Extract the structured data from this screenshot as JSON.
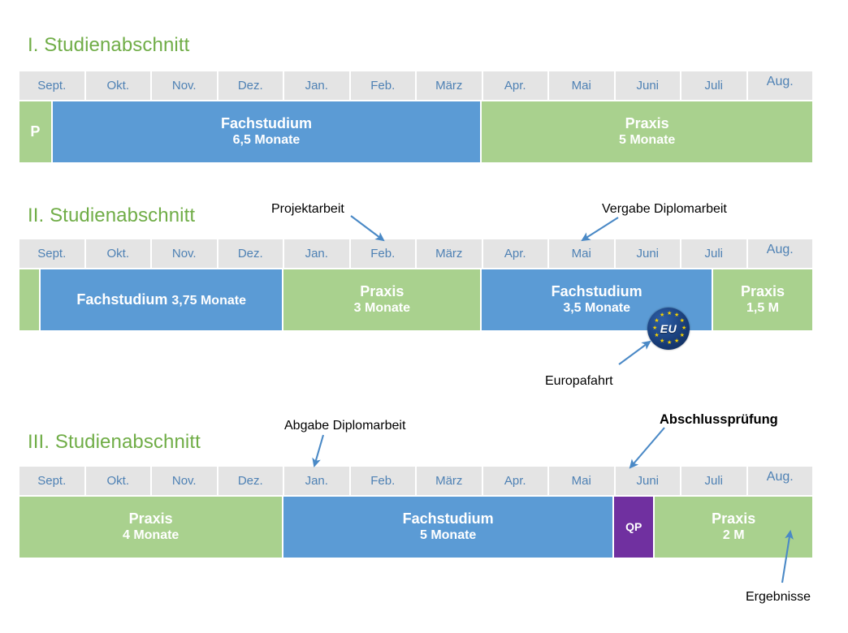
{
  "colors": {
    "title_green": "#70AD47",
    "bar_blue": "#5B9BD5",
    "bar_green": "#A9D18E",
    "bar_purple": "#7030A0",
    "month_header_bg": "#E4E4E4",
    "month_header_text": "#4E81B4",
    "arrow": "#4A89C6"
  },
  "months": [
    "Sept.",
    "Okt.",
    "Nov.",
    "Dez.",
    "Jan.",
    "Feb.",
    "März",
    "Apr.",
    "Mai",
    "Juni",
    "Juli",
    "Aug."
  ],
  "sections": [
    {
      "title": "I. Studienabschnitt",
      "bars": [
        {
          "id": "p-block",
          "label": "P",
          "sublabel": "",
          "color": "green",
          "start_month": 0.0,
          "end_month": 0.5
        },
        {
          "id": "fachstudium-1",
          "label": "Fachstudium",
          "sublabel": "6,5 Monate",
          "color": "blue",
          "start_month": 0.5,
          "end_month": 7.0
        },
        {
          "id": "praxis-1",
          "label": "Praxis",
          "sublabel": "5 Monate",
          "color": "green",
          "start_month": 7.0,
          "end_month": 12.0
        }
      ],
      "annotations": []
    },
    {
      "title": "II. Studienabschnitt",
      "bars": [
        {
          "id": "lead-green-2",
          "label": "",
          "sublabel": "",
          "color": "green",
          "start_month": 0.0,
          "end_month": 0.32
        },
        {
          "id": "fachstudium-2a",
          "label": "Fachstudium",
          "sublabel": "3,75 Monate",
          "color": "blue",
          "start_month": 0.32,
          "end_month": 4.0,
          "inline": true
        },
        {
          "id": "praxis-2a",
          "label": "Praxis",
          "sublabel": "3 Monate",
          "color": "green",
          "start_month": 4.0,
          "end_month": 7.0
        },
        {
          "id": "fachstudium-2b",
          "label": "Fachstudium",
          "sublabel": "3,5 Monate",
          "color": "blue",
          "start_month": 7.0,
          "end_month": 10.5
        },
        {
          "id": "praxis-2b",
          "label": "Praxis",
          "sublabel": "1,5 M",
          "color": "green",
          "start_month": 10.5,
          "end_month": 12.0
        }
      ],
      "annotations": [
        {
          "id": "projektarbeit",
          "text": "Projektarbeit",
          "bold": false
        },
        {
          "id": "vergabe-diplomarbeit",
          "text": "Vergabe Diplomarbeit",
          "bold": false
        },
        {
          "id": "europafahrt",
          "text": "Europafahrt",
          "bold": false
        }
      ],
      "badge": {
        "id": "eu-badge",
        "text": "EU"
      }
    },
    {
      "title": "III. Studienabschnitt",
      "bars": [
        {
          "id": "praxis-3a",
          "label": "Praxis",
          "sublabel": "4 Monate",
          "color": "green",
          "start_month": 0.0,
          "end_month": 4.0
        },
        {
          "id": "fachstudium-3",
          "label": "Fachstudium",
          "sublabel": "5 Monate",
          "color": "blue",
          "start_month": 4.0,
          "end_month": 9.0
        },
        {
          "id": "qp-block",
          "label": "QP",
          "sublabel": "",
          "color": "purple",
          "start_month": 9.0,
          "end_month": 9.62,
          "tiny": true
        },
        {
          "id": "praxis-3b",
          "label": "Praxis",
          "sublabel": "2 M",
          "color": "green",
          "start_month": 9.62,
          "end_month": 12.0
        }
      ],
      "annotations": [
        {
          "id": "abgabe-diplomarbeit",
          "text": "Abgabe Diplomarbeit",
          "bold": false
        },
        {
          "id": "abschlusspruefung",
          "text": "Abschlussprüfung",
          "bold": true
        },
        {
          "id": "ergebnisse",
          "text": "Ergebnisse",
          "bold": false
        }
      ]
    }
  ]
}
